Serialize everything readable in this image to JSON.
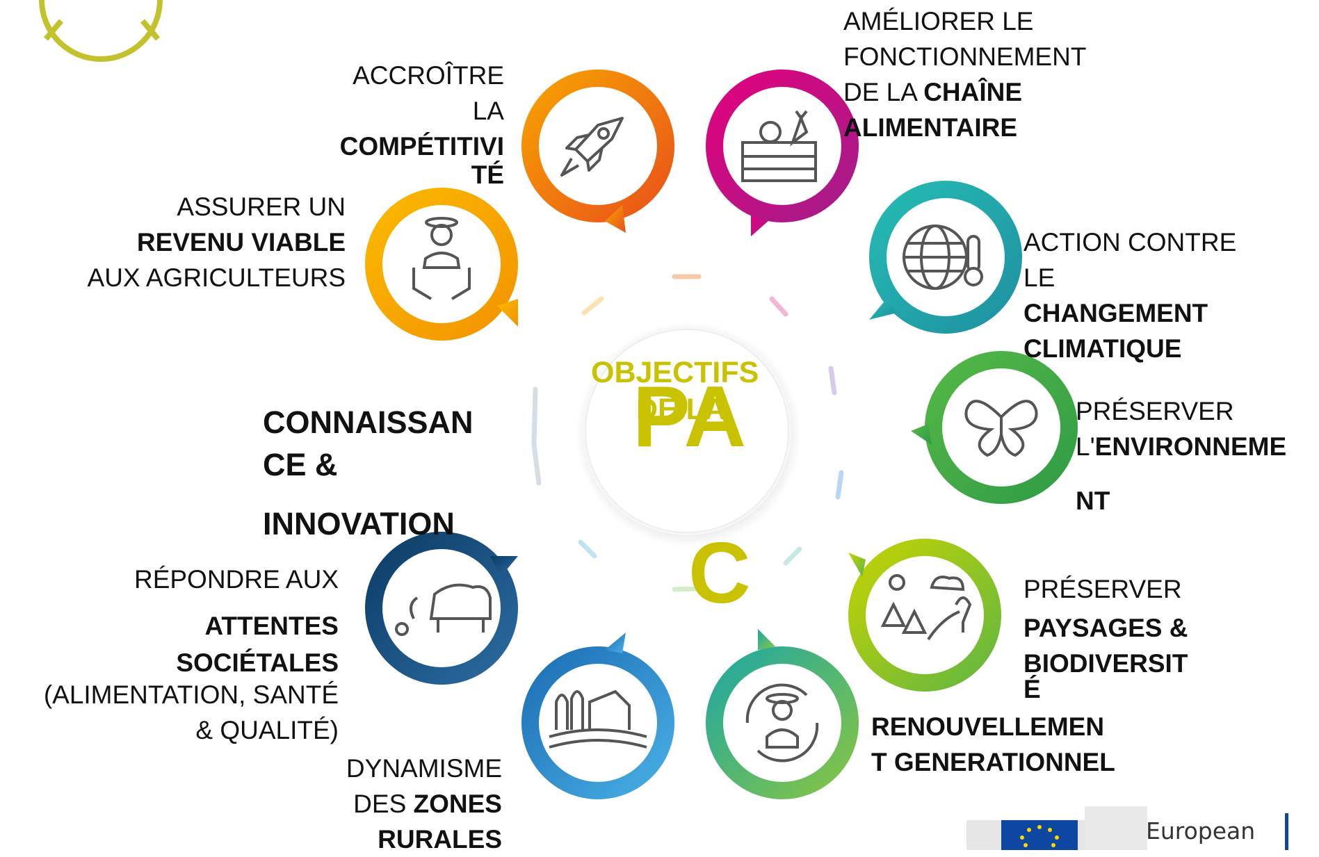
{
  "center": {
    "title_line1": "OBJECTIFS",
    "title_line2": "DE LA",
    "acronym_part1": "PA",
    "acronym_part2": "C"
  },
  "objectives": {
    "competitivite": {
      "l1": "ACCROÎTRE",
      "l2": "LA",
      "l3": "COMPÉTITIVI",
      "l4": "TÉ",
      "color": "#ef7d00",
      "icon": "rocket-icon"
    },
    "chaine": {
      "l1": "AMÉLIORER LE",
      "l2": "FONCTIONNEMENT",
      "l3a": "DE LA ",
      "l3b": "CHAÎNE",
      "l4": "ALIMENTAIRE",
      "color": "#c4228b",
      "icon": "food-crate-icon"
    },
    "revenu": {
      "l1": "ASSURER UN",
      "l2": "REVENU VIABLE",
      "l3": "AUX AGRICULTEURS",
      "color": "#f4b400",
      "icon": "farmer-hands-icon"
    },
    "climat": {
      "l1": "ACTION CONTRE",
      "l2": "LE",
      "l3": "CHANGEMENT",
      "l4": "CLIMATIQUE",
      "color": "#1fb4ae",
      "icon": "globe-thermometer-icon"
    },
    "environnement": {
      "l1": "PRÉSERVER",
      "l2a": "L'",
      "l2b": "ENVIRONNEME",
      "l3": "NT",
      "color": "#3fae49",
      "icon": "butterfly-icon"
    },
    "connaissance": {
      "l1": "CONNAISSAN",
      "l2": "CE &",
      "l3": "INNOVATION"
    },
    "attentes": {
      "l1": "RÉPONDRE AUX",
      "l2": "ATTENTES",
      "l3": "SOCIÉTALES",
      "l4": "(ALIMENTATION, SANTÉ",
      "l5": "& QUALITÉ)",
      "color": "#1f4e79",
      "icon": "animals-icon"
    },
    "paysages": {
      "l1": "PRÉSERVER",
      "l2": "PAYSAGES &",
      "l3": "BIODIVERSIT",
      "l4": "É",
      "color": "#8cc63f",
      "icon": "landscape-icon"
    },
    "zones": {
      "l1": "DYNAMISME",
      "l2a": "DES ",
      "l2b": "ZONES",
      "l3": "RURALES",
      "color": "#2f80c8",
      "icon": "farm-house-icon"
    },
    "generation": {
      "l1": "RENOUVELLEMEN",
      "l2": "T GENERATIONNEL",
      "color": "#2bb673",
      "icon": "farmer-cycle-icon"
    }
  },
  "logo": {
    "text": "European"
  }
}
